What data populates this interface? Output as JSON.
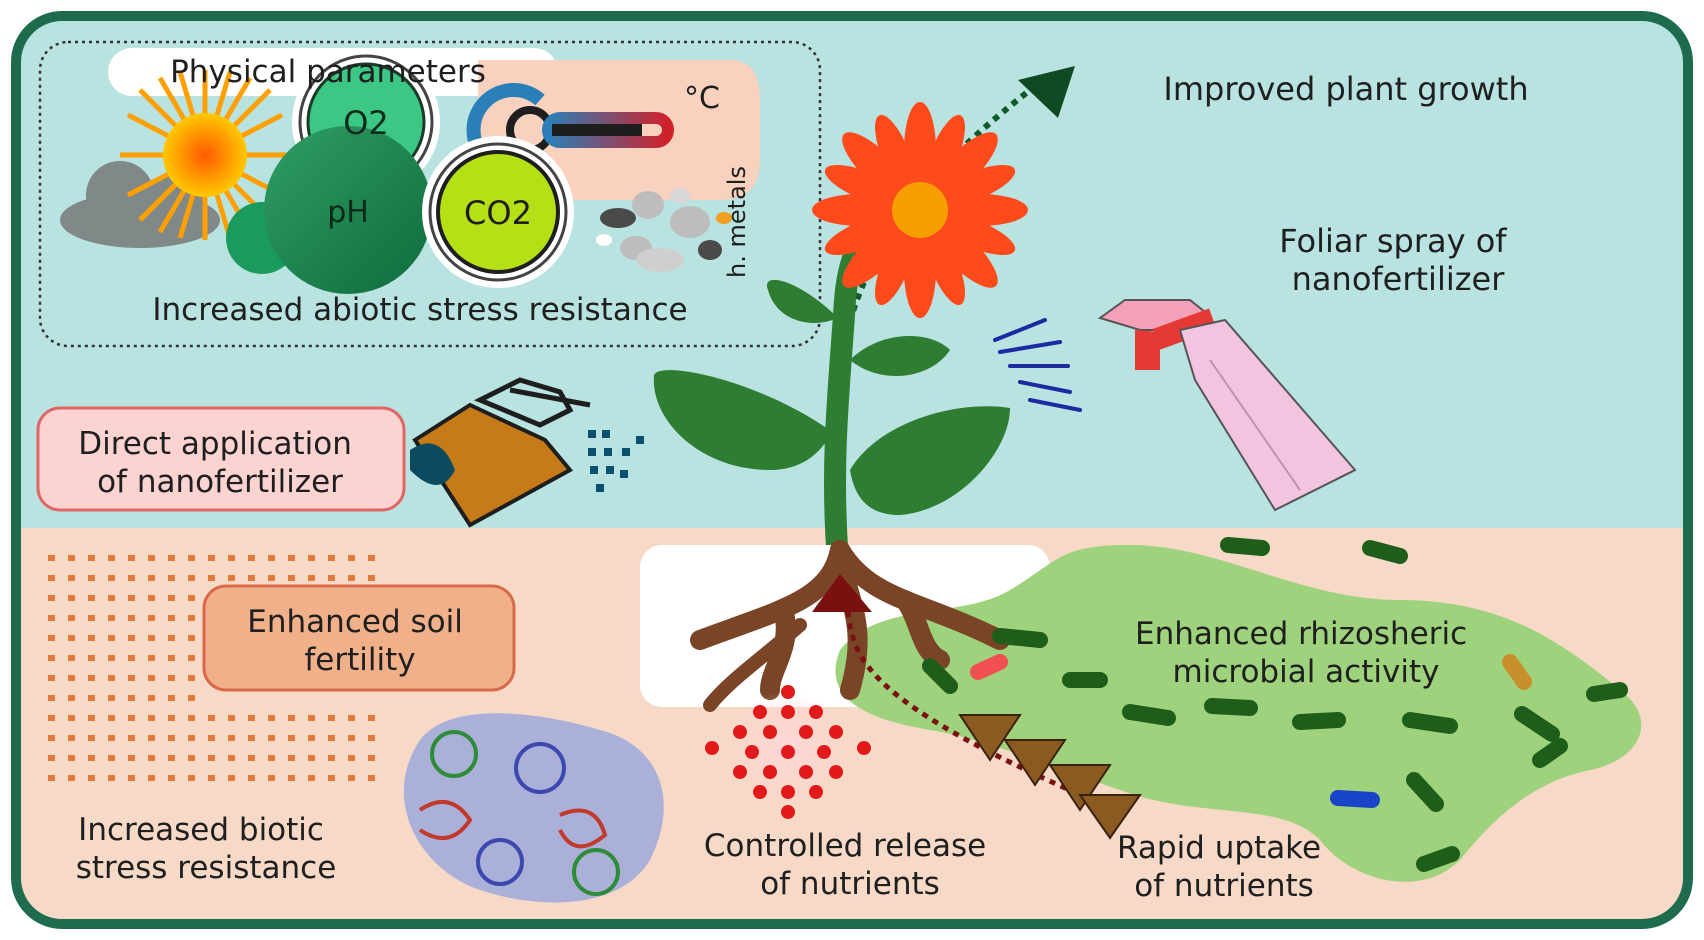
{
  "labels": {
    "physical_parameters": "Physical parameters",
    "abiotic": "Increased abiotic stress resistance",
    "improved_growth": "Improved plant growth",
    "foliar_spray": [
      "Foliar spray of",
      "nanofertilizer"
    ],
    "direct_application": [
      "Direct application",
      "of nanofertilizer"
    ],
    "soil_fertility": [
      "Enhanced soil",
      "fertility"
    ],
    "rhizospheric": [
      "Enhanced rhizosheric",
      "microbial activity"
    ],
    "biotic": [
      "Increased biotic",
      "stress resistance"
    ],
    "controlled_release": [
      "Controlled release",
      "of nutrients"
    ],
    "rapid_uptake": [
      "Rapid uptake",
      "of nutrients"
    ]
  },
  "symbols": {
    "o2": "O2",
    "ph": "pH",
    "co2": "CO2",
    "celsius": "°C",
    "metals": "h. metals"
  },
  "colors": {
    "frame": "#1e6b4d",
    "sky": "#b9e3e0",
    "soil": "#f7d9c8",
    "plant": "#2e7d32",
    "petal": "#ff4a1c",
    "root": "#7a4426",
    "microbe_zone": "#9ed27c"
  }
}
